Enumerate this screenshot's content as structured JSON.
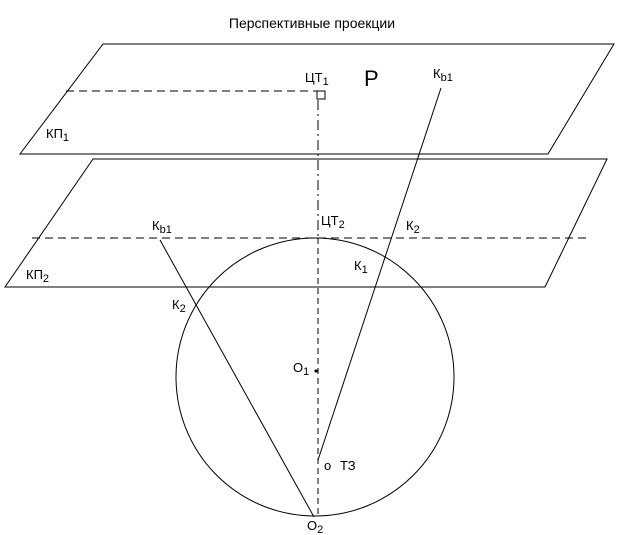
{
  "title": "Перспективные проекции",
  "labels": {
    "ct1": "ЦТ",
    "ct1_sub": "1",
    "p": "Р",
    "kb1_top": "К",
    "kb1_top_sub": "b1",
    "kp_top": "КП",
    "kp_top_sub": "1",
    "kb1_left": "К",
    "kb1_left_sub": "b1",
    "ct2": "ЦТ",
    "ct2_sub": "2",
    "k2_right": "К",
    "k2_right_sub": "2",
    "k1": "К",
    "k1_sub": "1",
    "kp2": "КП",
    "kp2_sub": "2",
    "k2_left": "К",
    "k2_left_sub": "2",
    "o1": "О",
    "o1_sub": "1",
    "tz_point": "о",
    "tz": "ТЗ",
    "o2": "О",
    "o2_sub": "2"
  },
  "colors": {
    "line": "#000000",
    "background": "#ffffff"
  }
}
